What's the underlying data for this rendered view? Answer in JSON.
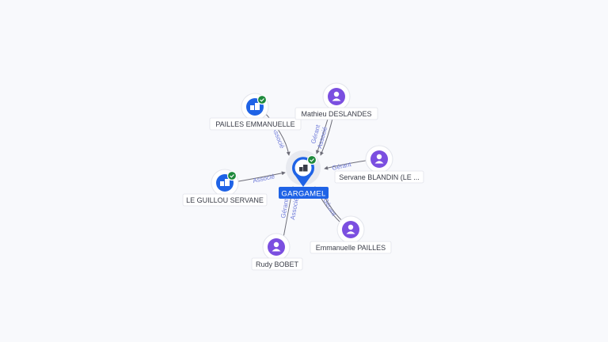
{
  "colors": {
    "person": "#7b4fe0",
    "company": "#1f63e6",
    "verified": "#1e8a3c",
    "edge": "#6d6d78",
    "edge_label": "#6f7bd9"
  },
  "center": {
    "label": "GARGAMEL",
    "icon": "company-building-icon",
    "verified": true
  },
  "nodes": [
    {
      "label": "PAILLES EMMANUELLE",
      "kind": "company",
      "icon": "company-building-icon",
      "verified": true
    },
    {
      "label": "Mathieu DESLANDES",
      "kind": "person",
      "icon": "person-icon",
      "verified": false
    },
    {
      "label": "Servane BLANDIN (LE ...",
      "kind": "person",
      "icon": "person-icon",
      "verified": false
    },
    {
      "label": "LE GUILLOU SERVANE",
      "kind": "company",
      "icon": "company-building-icon",
      "verified": true
    },
    {
      "label": "Emmanuelle PAILLES",
      "kind": "person",
      "icon": "person-icon",
      "verified": false
    },
    {
      "label": "Rudy BOBET",
      "kind": "person",
      "icon": "person-icon",
      "verified": false
    }
  ],
  "edges": [
    {
      "label": "Associé"
    },
    {
      "label": "Gérant"
    },
    {
      "label": "Associé"
    },
    {
      "label": "Gérant"
    },
    {
      "label": "Associé"
    },
    {
      "label": "Gérant"
    },
    {
      "label": "Gérant"
    },
    {
      "label": "Associé"
    }
  ]
}
